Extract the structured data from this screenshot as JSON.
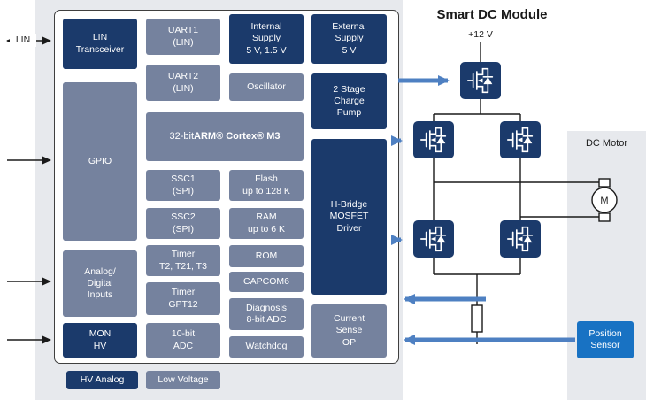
{
  "title": "Smart DC Module",
  "chip": {
    "lin_transceiver": "LIN\nTransceiver",
    "gpio": "GPIO",
    "analog_digital_inputs": "Analog/\nDigital\nInputs",
    "mon_hv": "MON\nHV",
    "uart1": "UART1\n(LIN)",
    "uart2": "UART2\n(LIN)",
    "cpu_prefix": "32-bit ",
    "cpu_name": "ARM® Cortex® M3",
    "ssc1": "SSC1\n(SPI)",
    "ssc2": "SSC2\n(SPI)",
    "timer_t": "Timer\nT2, T21, T3",
    "timer_gpt": "Timer\nGPT12",
    "adc_10bit": "10-bit\nADC",
    "internal_supply": "Internal\nSupply\n5 V, 1.5 V",
    "oscillator": "Oscillator",
    "flash": "Flash\nup to 128 K",
    "ram": "RAM\nup to 6 K",
    "rom": "ROM",
    "capcom6": "CAPCOM6",
    "diagnosis_adc": "Diagnosis\n8-bit ADC",
    "watchdog": "Watchdog",
    "external_supply": "External\nSupply\n5 V",
    "charge_pump": "2 Stage\nCharge\nPump",
    "hbridge_driver": "H-Bridge\nMOSFET\nDriver",
    "current_sense_op": "Current\nSense\nOP"
  },
  "legend": {
    "hv_analog": "HV Analog",
    "low_voltage": "Low Voltage"
  },
  "io": {
    "lin": "LIN"
  },
  "circuit": {
    "supply": "+12 V",
    "motor_panel": "DC Motor",
    "motor_symbol": "M",
    "position_sensor": "Position\nSensor"
  },
  "colors": {
    "dark_blue": "#1b3a6b",
    "gray_blue": "#75829e",
    "accent_blue": "#4e80c2",
    "sensor_blue": "#1872c3"
  }
}
